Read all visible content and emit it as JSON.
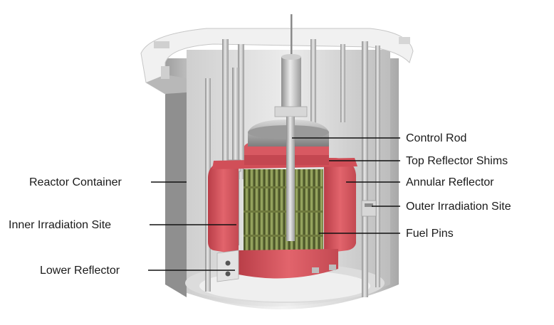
{
  "diagram": {
    "labels_left": {
      "reactor_container": "Reactor Container",
      "inner_irradiation_site": "Inner Irradiation Site",
      "lower_reflector": "Lower Reflector"
    },
    "labels_right": {
      "control_rod": "Control Rod",
      "top_reflector_shims": "Top Reflector Shims",
      "annular_reflector": "Annular Reflector",
      "outer_irradiation_site": "Outer Irradiation Site",
      "fuel_pins": "Fuel Pins"
    }
  },
  "colors": {
    "reflector_red": "#e06068",
    "reflector_dark": "#b83b45",
    "fuel_green": "#8a9a55",
    "steel_light": "#e9e9e9",
    "steel_mid": "#c8c8c8",
    "steel_dark": "#9a9a9a"
  }
}
